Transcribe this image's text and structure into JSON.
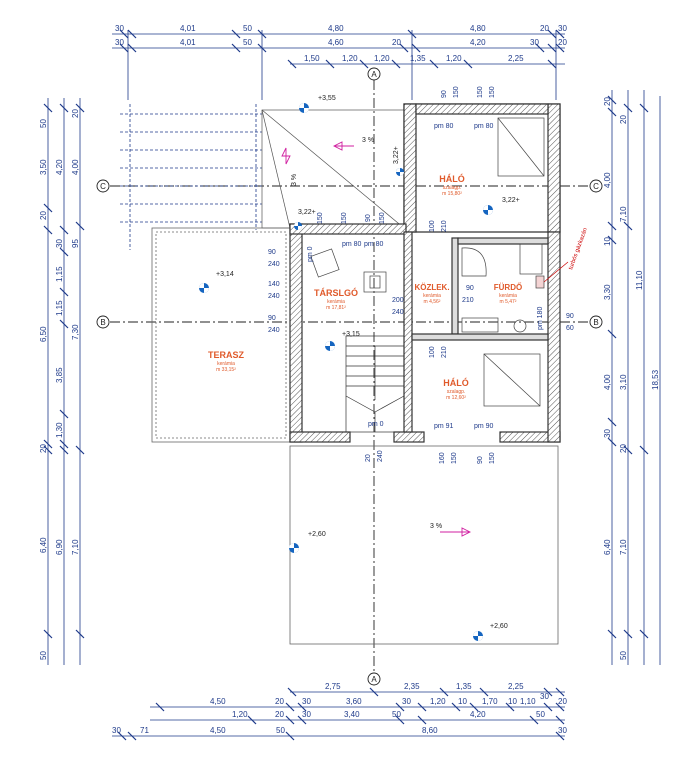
{
  "colors": {
    "wall": "#333333",
    "dimension": "#1e3a8a",
    "room_label": "#e05a2b",
    "level_marker": "#1565c0",
    "slope_arrow": "#d01fa0",
    "axis": "#222222",
    "gas": "#cc0000"
  },
  "dims_top": {
    "row1": [
      "30",
      "4,01",
      "50",
      "4,80",
      "4,80",
      "20",
      "30"
    ],
    "row2": [
      "30",
      "4,01",
      "50",
      "4,60",
      "20",
      "4,20",
      "30",
      "20"
    ],
    "row3": [
      "1,50",
      "1,20",
      "1,20",
      "1,35",
      "1,20",
      "2,25"
    ]
  },
  "dims_bottom": {
    "row1": [
      "2,75",
      "2,35",
      "1,35",
      "2,25",
      "30"
    ],
    "row2": [
      "4,50",
      "20",
      "30",
      "3,60",
      "30",
      "1,20",
      "10",
      "1,70",
      "10",
      "1,10",
      "20"
    ],
    "row3": [
      "1,20",
      "20",
      "30",
      "3,40",
      "50",
      "4,20",
      "50"
    ],
    "row4": [
      "30",
      "71",
      "4,50",
      "50",
      "8,60",
      "30"
    ]
  },
  "dims_left": {
    "outer": [
      "50",
      "3,50",
      "20",
      "6,50",
      "20",
      "6,40",
      "50"
    ],
    "middle": [
      "4,20",
      "30",
      "1,15",
      "1,15",
      "3,85",
      "1,30",
      "6,90"
    ],
    "inner": [
      "20",
      "4,00",
      "95",
      "7,30",
      "7,10"
    ]
  },
  "dims_right": {
    "inner": [
      "20",
      "20",
      "4,00",
      "10",
      "3,30",
      "4,00",
      "30",
      "6,40"
    ],
    "middle": [
      "50",
      "7,10",
      "3,10",
      "20",
      "7,10"
    ],
    "outer": [
      "11,10",
      "18,53"
    ]
  },
  "axes": {
    "a_top": "A",
    "a_bottom": "A",
    "b_left": "B",
    "b_right": "B",
    "c_left": "C",
    "c_right": "C"
  },
  "rooms": {
    "halo1": {
      "name": "HÁLÓ",
      "floor": "szalagp.",
      "area": "m 15,80²"
    },
    "tarsalgo": {
      "name": "TÁRSLGÓ",
      "floor": "kerámia",
      "area": "m 17,81²"
    },
    "kozlek": {
      "name": "KÖZLEK.",
      "floor": "kerámia",
      "area": "m 4,56²"
    },
    "furdo": {
      "name": "FÜRDŐ",
      "floor": "kerámia",
      "area": "m 5,47²"
    },
    "terasz": {
      "name": "TERASZ",
      "floor": "kerámia",
      "area": "m 33,15²"
    },
    "halo2": {
      "name": "HÁLÓ",
      "floor": "szalagp.",
      "area": "m 12,60²"
    }
  },
  "levels": {
    "top": "+3,55",
    "terrace_low": "+3,14",
    "living": "+3,15",
    "roof_1": "3,22+",
    "roof_2": "3,22+",
    "bedroom": "3,22+",
    "lower_left": "+2,60",
    "lower_right": "+2,60"
  },
  "slopes": {
    "roof_pct": "3 %",
    "side_pct": "3 %",
    "deck_pct": "3 %"
  },
  "openings": {
    "d_90a": "90",
    "d_150a": "150",
    "d_150b": "150",
    "d_150c": "150",
    "pm80_a": "pm 80",
    "pm80_b": "pm 80",
    "pm80_c": "pm 80",
    "pm80_d": "pm 80",
    "w100": "100",
    "w210": "210",
    "w_90": "90",
    "w_240a": "240",
    "w_140": "140",
    "w_240b": "240",
    "w_90b": "90",
    "w_240c": "240",
    "w_200": "200",
    "w_240d": "240",
    "w_90c": "90",
    "w_210b": "210",
    "w_100b": "100",
    "w_210c": "210",
    "pm0": "pm 0",
    "pm91": "pm 91",
    "pm90": "pm 90",
    "b160": "160",
    "b150": "150",
    "b90": "90",
    "b150b": "150",
    "b20": "20",
    "b240": "240",
    "r90": "90",
    "r60": "60",
    "pm180": "pm 180",
    "c150": "150",
    "c150b": "150",
    "c90": "90",
    "c150c": "150"
  },
  "gas_note": "turbós gázkazán"
}
